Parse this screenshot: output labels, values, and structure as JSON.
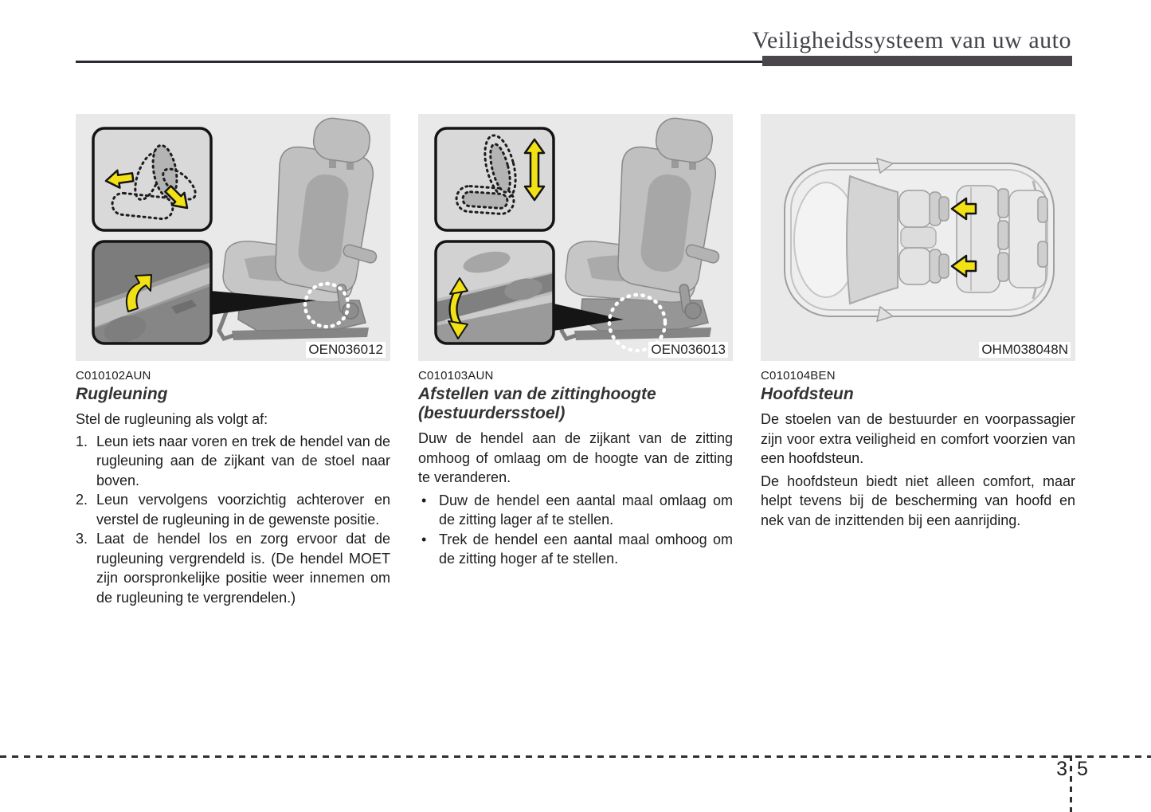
{
  "header": {
    "title": "Veiligheidssysteem van uw auto"
  },
  "footer": {
    "chapter_number": "3",
    "page_number": "5"
  },
  "colors": {
    "accent_yellow": "#F2E215",
    "panel_background": "#E9E9E9",
    "header_bar": "#49474C",
    "text": "#1C1C1C"
  },
  "icons": {
    "recline_direction_arrows": "yellow-arrow-left / yellow-arrow-down-right",
    "lever_up_arrow": "yellow-curved-arrow-up",
    "height_double_arrow": "yellow-vertical-double-arrow",
    "lever_up_down_arrow": "yellow-curved-double-arrow",
    "headrest_arrows": "yellow-arrow-left"
  },
  "sections": [
    {
      "figure_code": "OEN036012",
      "ref_code": "C010102AUN",
      "heading": "Rugleuning",
      "intro": "Stel de rugleuning als volgt af:",
      "items": [
        {
          "marker": "1.",
          "text": "Leun iets naar voren en trek de hendel van de rugleuning aan de zijkant van de stoel naar boven."
        },
        {
          "marker": "2.",
          "text": "Leun vervolgens voorzichtig achterover en verstel de rugleuning in de gewenste positie."
        },
        {
          "marker": "3.",
          "text": "Laat de hendel los en zorg ervoor dat de rugleuning vergrendeld is. (De hendel MOET zijn oorspronkelijke positie weer innemen om de rugleuning te vergrendelen.)"
        }
      ]
    },
    {
      "figure_code": "OEN036013",
      "ref_code": "C010103AUN",
      "heading": "Afstellen van de zittinghoogte (bestuurdersstoel)",
      "intro": "Duw de hendel aan de zijkant van de zitting omhoog of omlaag om de hoogte van de zitting te veranderen.",
      "items": [
        {
          "marker": "•",
          "text": "Duw de hendel een aantal maal omlaag om de zitting lager af te stellen."
        },
        {
          "marker": "•",
          "text": "Trek de hendel een aantal maal omhoog om de zitting hoger af te stellen."
        }
      ]
    },
    {
      "figure_code": "OHM038048N",
      "ref_code": "C010104BEN",
      "heading": "Hoofdsteun",
      "paragraphs": [
        "De stoelen van de bestuurder en voorpassagier zijn voor extra veiligheid en comfort voorzien van een hoofdsteun.",
        "De hoofdsteun biedt niet alleen comfort, maar helpt tevens bij de bescherming van hoofd en nek van de inzittenden bij een aanrijding."
      ]
    }
  ]
}
